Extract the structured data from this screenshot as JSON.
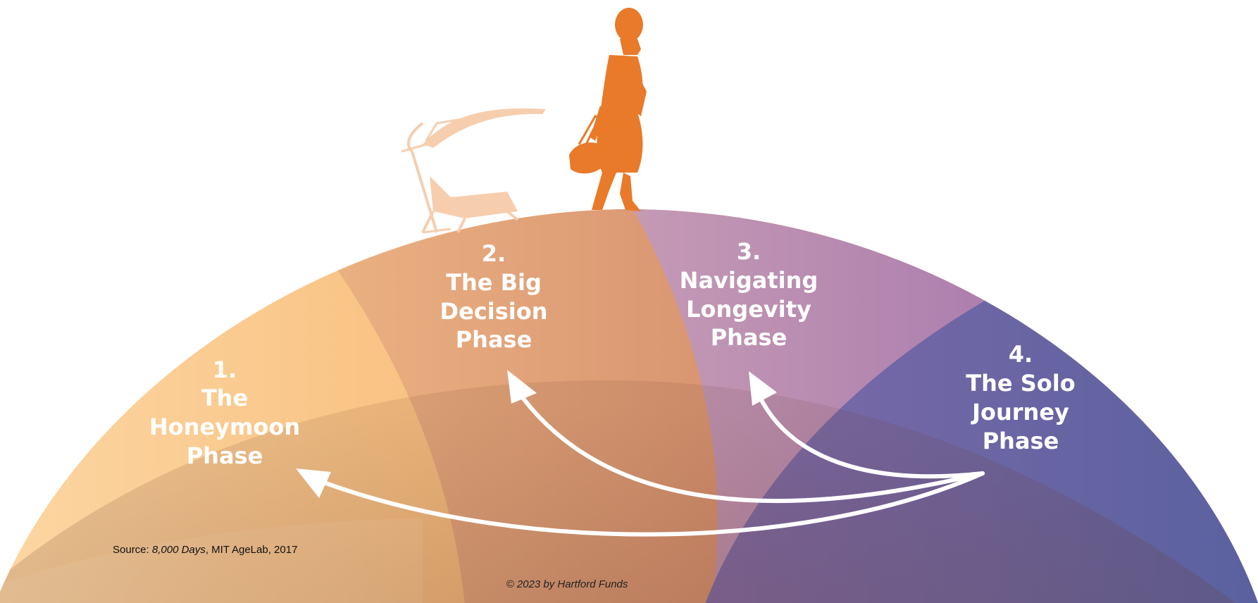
{
  "phases": [
    {
      "number": "1.",
      "lines": [
        "The",
        "Honeymoon",
        "Phase"
      ]
    },
    {
      "number": "2.",
      "lines": [
        "The Big",
        "Decision",
        "Phase"
      ]
    },
    {
      "number": "3.",
      "lines": [
        "Navigating",
        "Longevity",
        "Phase"
      ]
    },
    {
      "number": "4.",
      "lines": [
        "The Solo",
        "Journey",
        "Phase"
      ]
    }
  ],
  "source": {
    "prefix": "Source: ",
    "title": "8,000 Days",
    "suffix": ", MIT AgeLab, 2017"
  },
  "copyright": "© 2023 by Hartford Funds",
  "colors": {
    "honeymoon": "#f5b26b",
    "big_decision": "#c8755c",
    "longevity": "#a06fae",
    "solo_journey": "#6b63a8",
    "silhouette": "#e87a2a",
    "beach_chair": "#f6c9a6",
    "arrows": "#ffffff"
  },
  "icons": [
    "walking-woman-silhouette",
    "beach-umbrella-lounge-chair"
  ]
}
